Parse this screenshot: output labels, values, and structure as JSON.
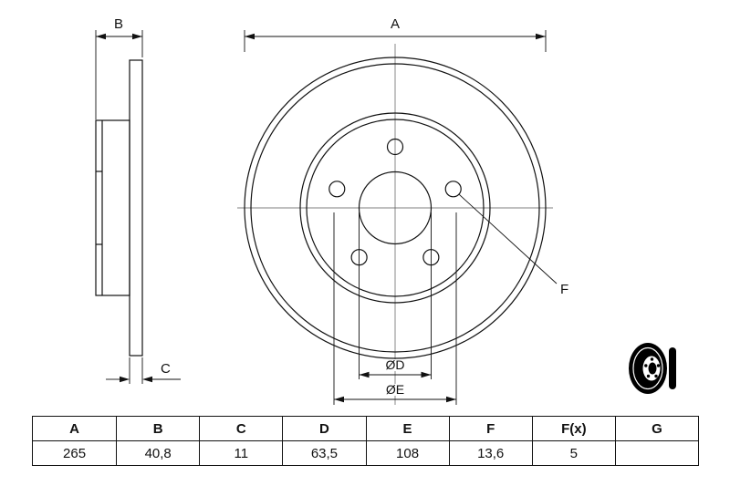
{
  "drawing": {
    "labels": {
      "a": "A",
      "b": "B",
      "c": "C",
      "d": "ØD",
      "e": "ØE",
      "f": "F"
    }
  },
  "spec_table": {
    "headers": [
      "A",
      "B",
      "C",
      "D",
      "E",
      "F",
      "F(x)",
      "G"
    ],
    "values": [
      "265",
      "40,8",
      "11",
      "63,5",
      "108",
      "13,6",
      "5",
      ""
    ]
  }
}
